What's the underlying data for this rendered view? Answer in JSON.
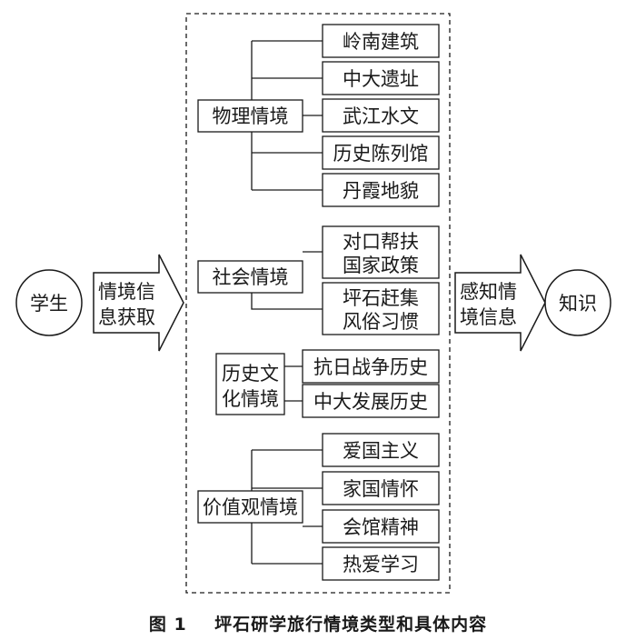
{
  "nodes": {
    "student": "学生",
    "input_arrow": [
      "情境信",
      "息获取"
    ],
    "output_arrow": [
      "感知情",
      "境信息"
    ],
    "knowledge": "知识"
  },
  "groups": [
    {
      "label": [
        "物理情境"
      ],
      "items": [
        [
          "岭南建筑"
        ],
        [
          "中大遗址"
        ],
        [
          "武江水文"
        ],
        [
          "历史陈列馆"
        ],
        [
          "丹霞地貌"
        ]
      ]
    },
    {
      "label": [
        "社会情境"
      ],
      "items": [
        [
          "对口帮扶",
          "国家政策"
        ],
        [
          "坪石赶集",
          "风俗习惯"
        ]
      ]
    },
    {
      "label": [
        "历史文",
        "化情境"
      ],
      "items": [
        [
          "抗日战争历史"
        ],
        [
          "中大发展历史"
        ]
      ]
    },
    {
      "label": [
        "价值观情境"
      ],
      "items": [
        [
          "爱国主义"
        ],
        [
          "家国情怀"
        ],
        [
          "会馆精神"
        ],
        [
          "热爱学习"
        ]
      ]
    }
  ],
  "caption": {
    "number": "图 1",
    "title": "坪石研学旅行情境类型和具体内容"
  },
  "colors": {
    "stroke": "#1a1a1a",
    "background": "#ffffff"
  }
}
